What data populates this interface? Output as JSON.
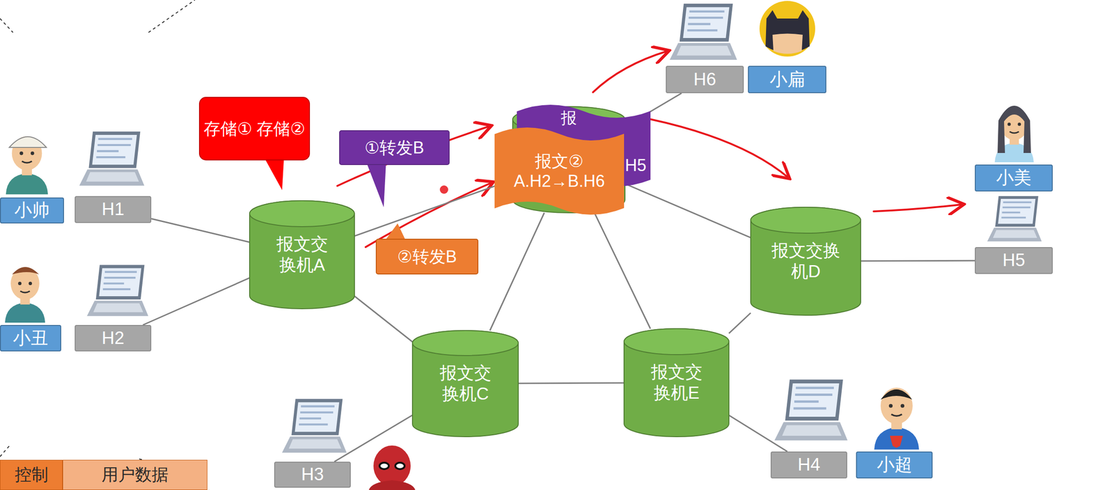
{
  "diagram": {
    "nodes": [
      {
        "text": [
          "H6"
        ]
      },
      {
        "text": [
          "小扁"
        ]
      },
      {
        "text": [
          "存储① 存储②"
        ]
      },
      {
        "text": [
          "①转发B"
        ]
      },
      {
        "text": [
          "报"
        ]
      },
      {
        "text": [
          "H5"
        ]
      },
      {
        "text": [
          "报文②",
          "A.H2→B.H6"
        ]
      },
      {
        "text": [
          "小美"
        ]
      },
      {
        "text": [
          "小帅"
        ]
      },
      {
        "text": [
          "H1"
        ]
      },
      {
        "text": [
          "报文交 换机A"
        ]
      },
      {
        "text": [
          "②转发B"
        ]
      },
      {
        "text": [
          "报文交换 机D"
        ]
      },
      {
        "text": [
          "H5"
        ]
      },
      {
        "text": [
          "小丑"
        ]
      },
      {
        "text": [
          "H2"
        ]
      },
      {
        "text": [
          "报文交 换机C"
        ]
      },
      {
        "text": [
          "报文交 换机E"
        ]
      },
      {
        "text": [
          "H3"
        ]
      },
      {
        "text": [
          "H4"
        ]
      },
      {
        "text": [
          "小超"
        ]
      }
    ],
    "edges": [
      {
        "from": 10,
        "to": 9,
        "arrow": "none"
      },
      {
        "from": 10,
        "to": 15,
        "arrow": "none"
      },
      {
        "from": 10,
        "to": 4,
        "arrow": "none"
      },
      {
        "from": 10,
        "to": 16,
        "arrow": "none"
      },
      {
        "from": 4,
        "to": 0,
        "arrow": "none"
      },
      {
        "from": 4,
        "to": 12,
        "arrow": "none"
      },
      {
        "from": 4,
        "to": 16,
        "arrow": "none"
      },
      {
        "from": 4,
        "to": 17,
        "arrow": "none"
      },
      {
        "from": 16,
        "to": 17,
        "arrow": "none"
      },
      {
        "from": 16,
        "to": 18,
        "arrow": "none"
      },
      {
        "from": 12,
        "to": 17,
        "arrow": "none"
      },
      {
        "from": 12,
        "to": 13,
        "arrow": "none"
      },
      {
        "from": 17,
        "to": 19,
        "arrow": "none"
      }
    ],
    "labels": [
      "控制",
      "用户数据"
    ]
  }
}
